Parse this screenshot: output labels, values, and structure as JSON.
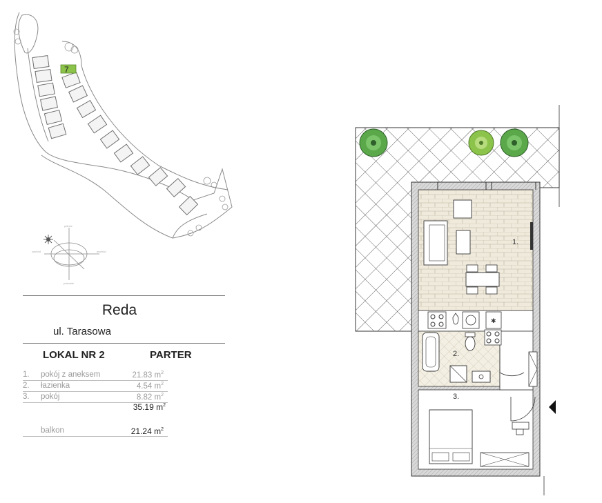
{
  "site": {
    "highlight_number": "7",
    "compass_labels": [
      "północ",
      "wschód",
      "południe",
      "zachód"
    ]
  },
  "header": {
    "city": "Reda",
    "street": "ul. Tarasowa"
  },
  "unit": {
    "title": "LOKAL NR 2",
    "floor": "PARTER"
  },
  "rooms": [
    {
      "num": "1.",
      "name": "pokój z aneksem",
      "area": "21.83 m",
      "unit_sup": "2"
    },
    {
      "num": "2.",
      "name": "łazienka",
      "area": "4.54 m",
      "unit_sup": "2"
    },
    {
      "num": "3.",
      "name": "pokój",
      "area": "8.82 m",
      "unit_sup": "2"
    }
  ],
  "total": {
    "area": "35.19 m",
    "unit_sup": "2"
  },
  "balcony": {
    "label": "balkon",
    "area": "21.24 m",
    "unit_sup": "2"
  },
  "plan_labels": {
    "room1": "1.",
    "room2": "2.",
    "room3": "3."
  },
  "colors": {
    "highlight": "#8cc34a",
    "wall": "#9e9e9e",
    "floor_tile": "#efeadc",
    "tree": "#4caf50",
    "line": "#555555"
  }
}
